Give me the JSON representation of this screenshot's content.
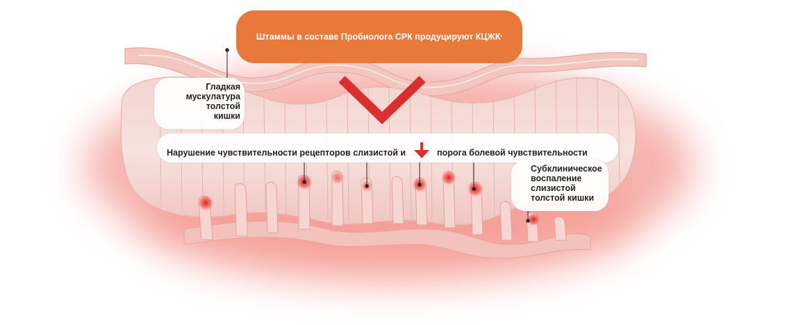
{
  "banner": {
    "text": "Штаммы в составе Пробиолога СРК продуцируют КЦЖК",
    "superscript": "*",
    "color": "#e8793a"
  },
  "labels": {
    "muscle": [
      "Гладкая",
      "мускулатура",
      "толстой",
      "кишки"
    ],
    "sensitivity_part1": "Нарушение чувствительности рецепторов слизистой и",
    "sensitivity_part2": "порога болевой чувствительности",
    "inflammation": [
      "Субклиническое",
      "воспаление",
      "слизистой",
      "толстой кишки"
    ]
  },
  "icons": {
    "decrease_arrow": "down-arrow-icon",
    "chevron": "chevron-down-icon"
  },
  "colors": {
    "accent_red": "#d92f2f",
    "tissue": "#f4c9c6",
    "glow": "#f6a6a0"
  }
}
